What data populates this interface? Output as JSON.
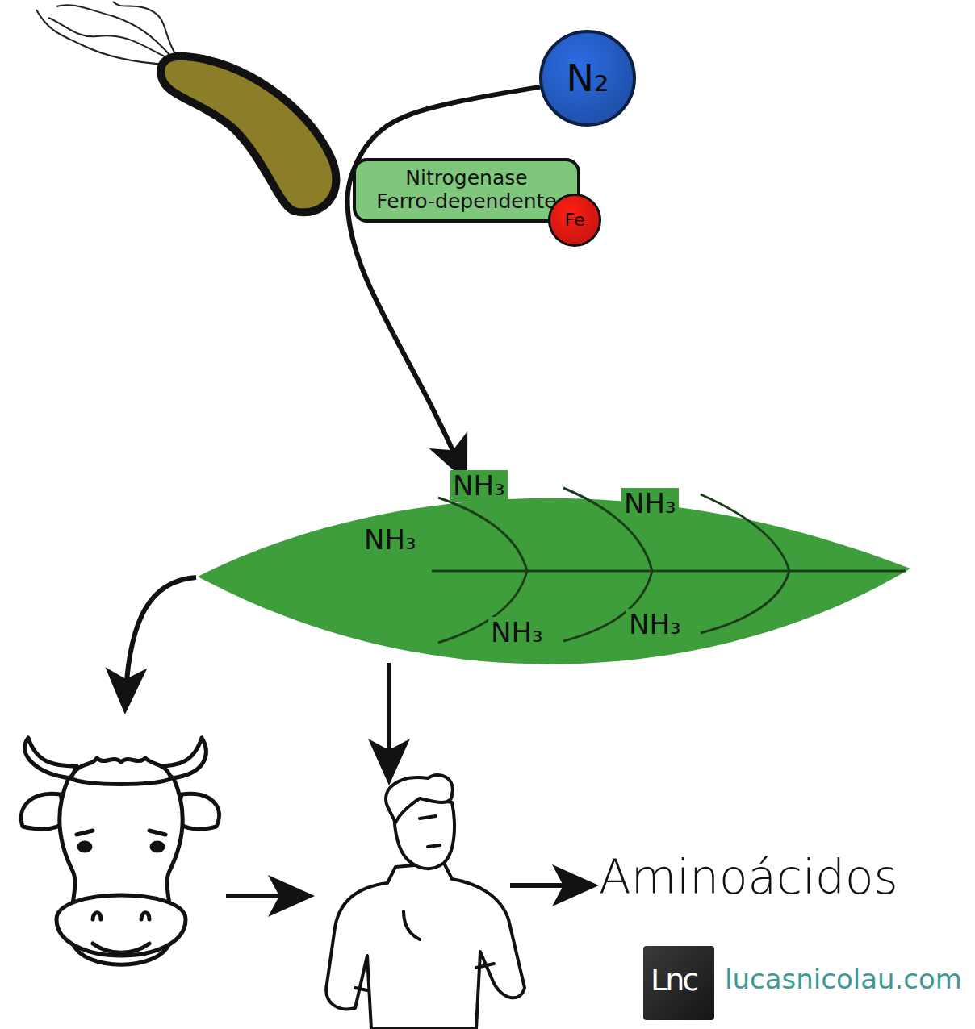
{
  "diagram": {
    "nodes": [
      {
        "text": [
          "N₂"
        ]
      },
      {
        "text": [
          "Nitrogenase Ferro-dependente"
        ]
      },
      {
        "text": [
          "Fe"
        ]
      },
      {
        "text": [
          "NH₃",
          "NH₃",
          "NH₃",
          "NH₃",
          "NH₃"
        ]
      },
      {
        "text": [
          "Aminoácidos"
        ]
      }
    ],
    "edges": [
      {
        "from": 0,
        "to": 3,
        "arrow": "to"
      }
    ],
    "labels": [
      "Lnc",
      "lucasnicolau.com"
    ]
  }
}
